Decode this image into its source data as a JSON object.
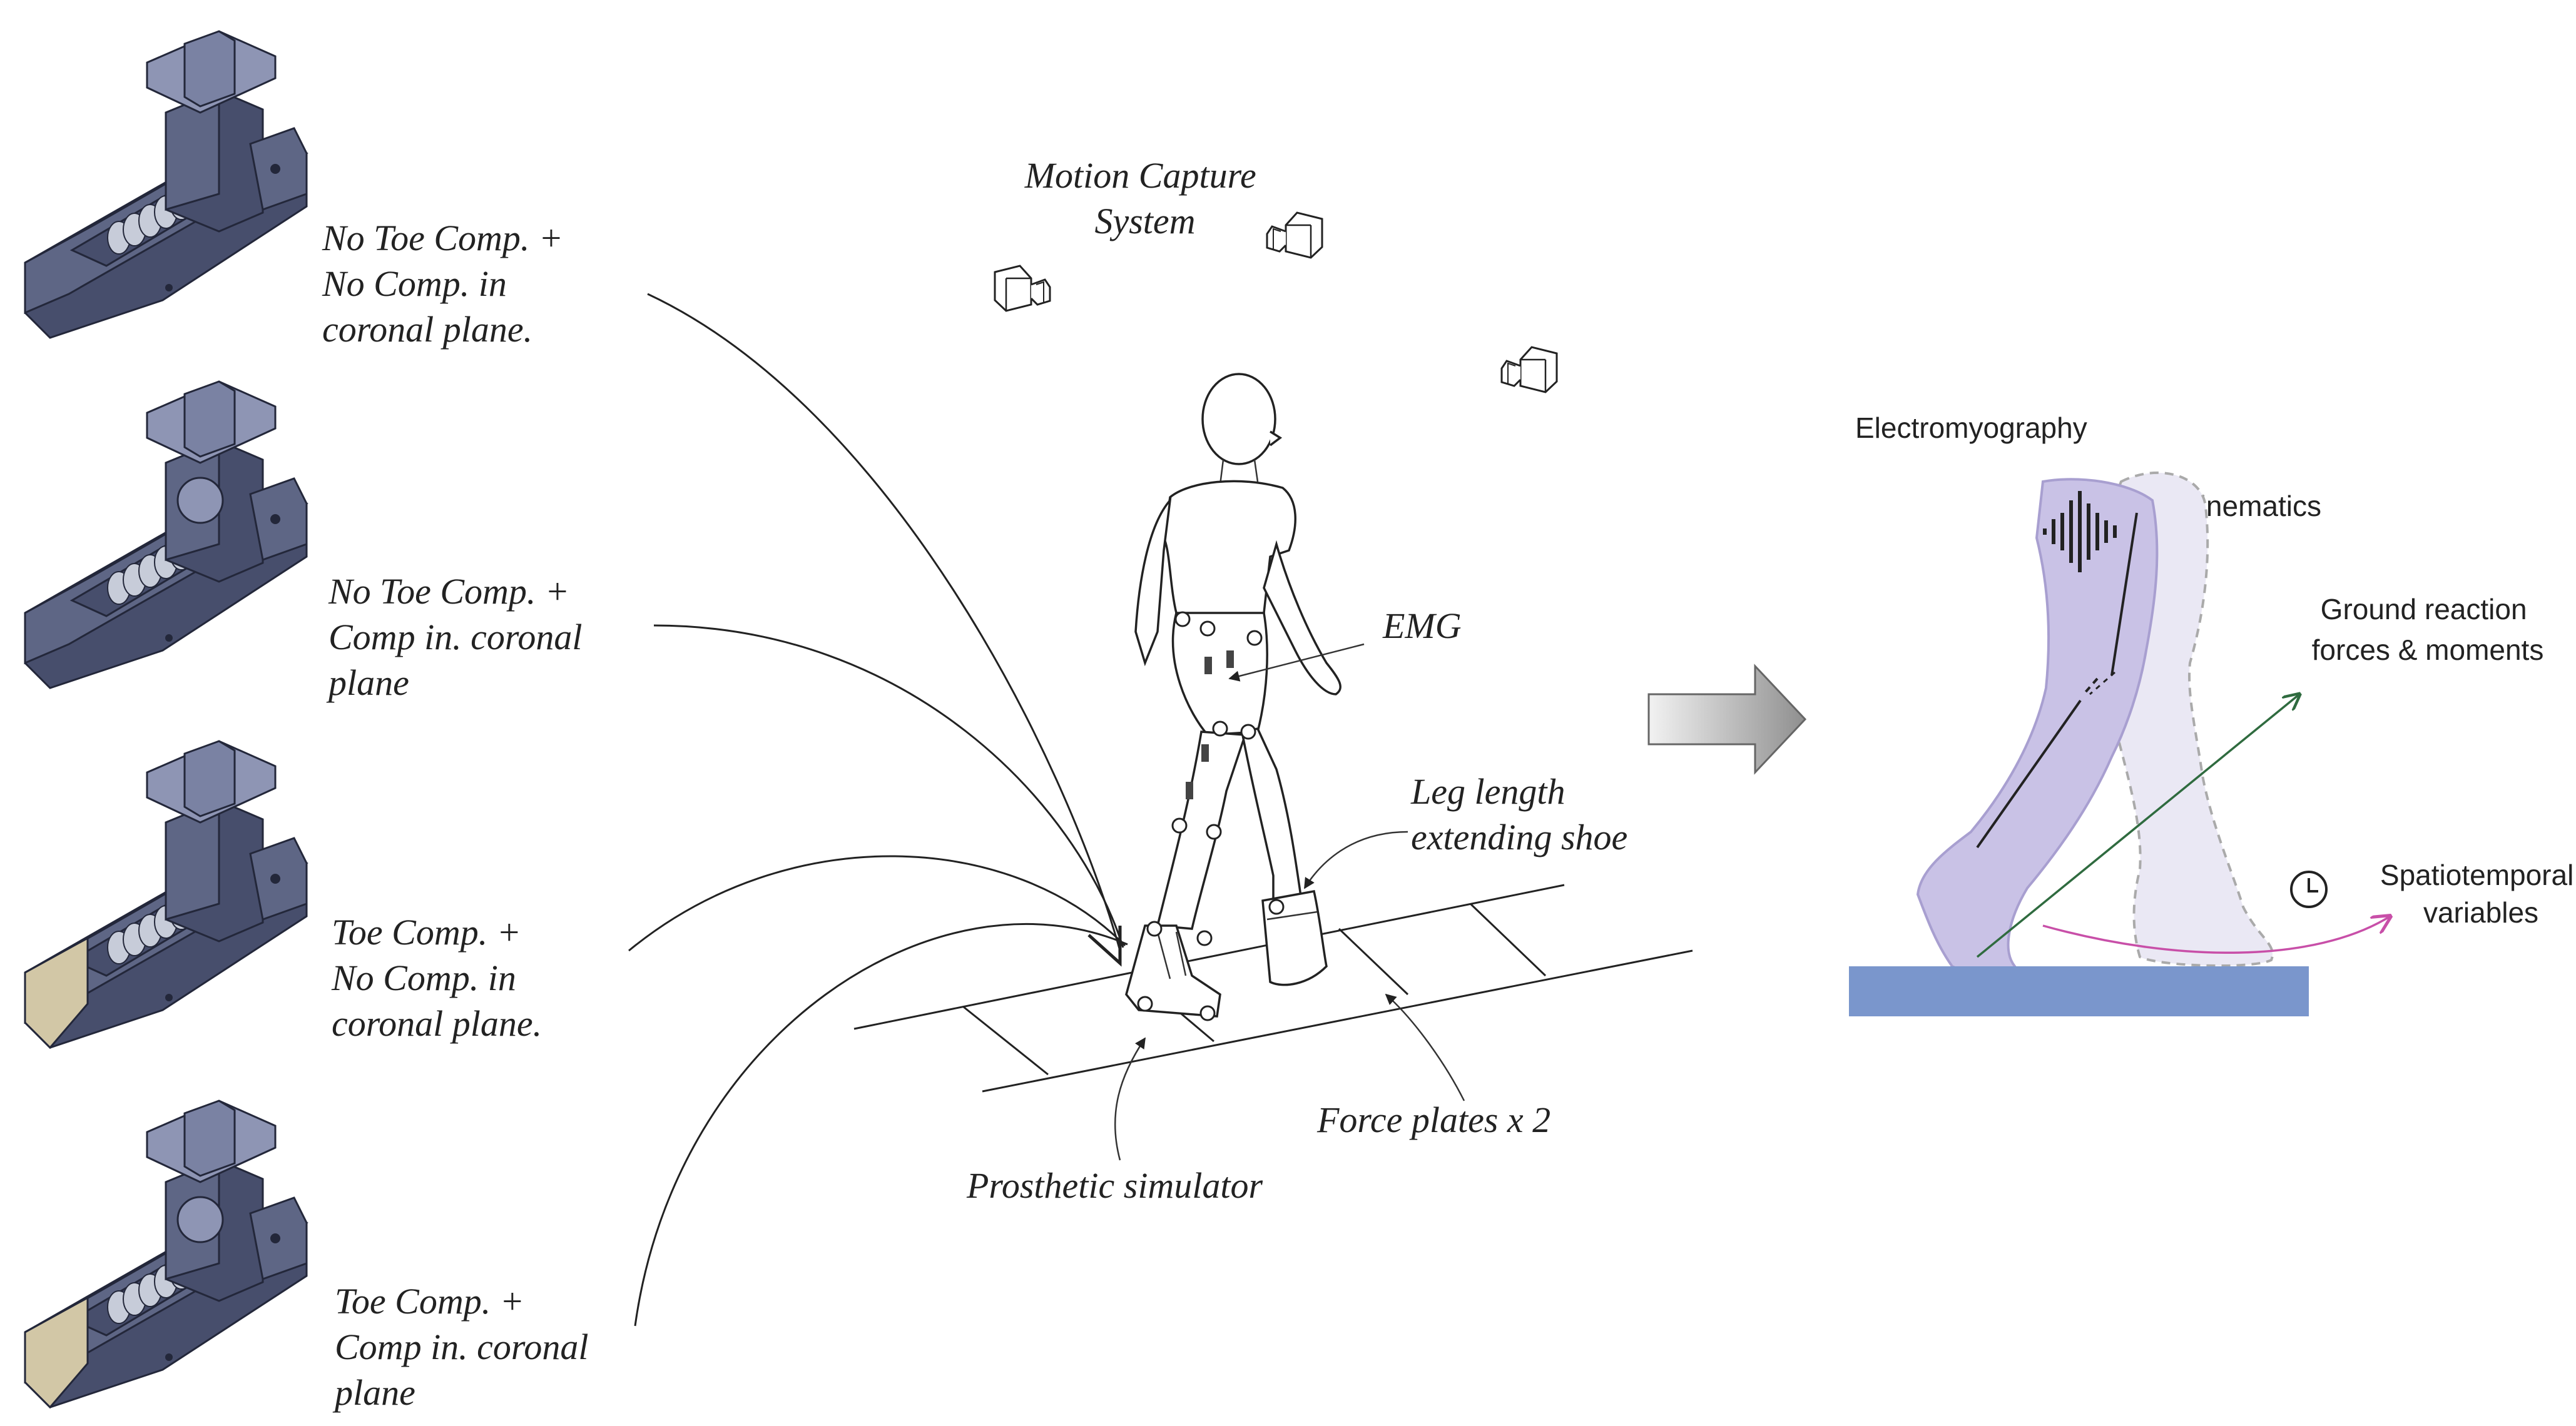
{
  "labels": {
    "variant1": [
      "No Toe Comp. +",
      "No Comp. in",
      "coronal plane."
    ],
    "variant2": [
      "No Toe Comp. +",
      "Comp in. coronal",
      "plane"
    ],
    "variant3": [
      "Toe Comp. +",
      "No Comp. in",
      "coronal plane."
    ],
    "variant4": [
      "Toe Comp. +",
      "Comp in. coronal",
      "plane"
    ],
    "motion_capture": [
      "Motion Capture",
      "System"
    ],
    "emg": "EMG",
    "leg_length": [
      "Leg length",
      "extending shoe"
    ],
    "force_plates": "Force plates x 2",
    "prosthetic_simulator": "Prosthetic simulator",
    "electromyography": "Electromyography",
    "kinematics": "Kinematics",
    "grf": [
      "Ground reaction",
      "forces & moments"
    ],
    "spatiotemporal": [
      "Spatiotemporal",
      "variables"
    ]
  },
  "colors": {
    "device_body": "#5e6685",
    "device_toe": "#d2c7a6",
    "leg_fill": "#c9c2e6",
    "ground": "#7a96cc",
    "grf_arrow": "#2f6b3f",
    "spatio_arrow": "#c84fa8",
    "big_arrow": "#9a9a9a"
  },
  "icons": [
    "camera-icon",
    "clock-icon",
    "emg-signal-icon",
    "right-arrow-icon"
  ]
}
